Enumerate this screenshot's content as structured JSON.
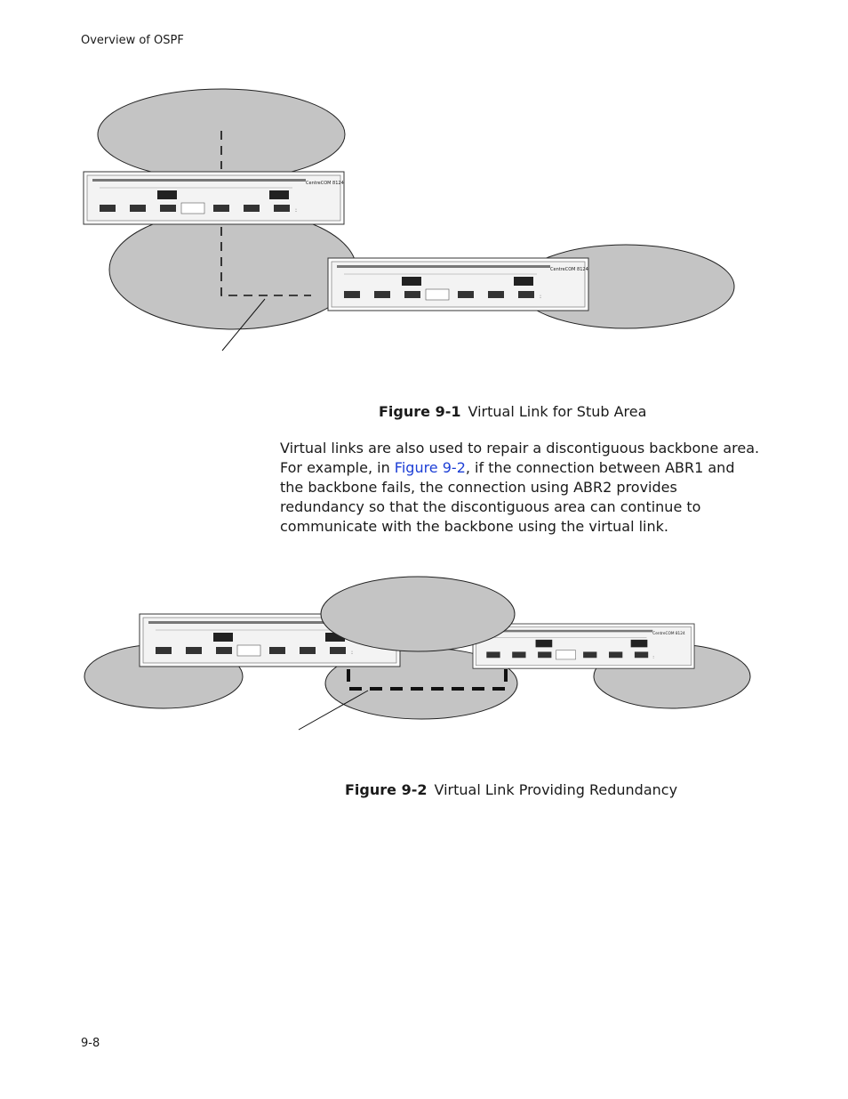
{
  "header": {
    "section": "Overview of OSPF"
  },
  "figure1": {
    "number": "Figure 9-1",
    "title": "Virtual Link for Stub Area"
  },
  "paragraph": {
    "before_link": "Virtual links are also used to repair a discontiguous backbone area. For example, in ",
    "link_text": "Figure 9-2",
    "after_link": ", if the connection between ABR1 and the backbone fails, the connection using ABR2 provides redundancy so that the discontiguous area can continue to communicate with the backbone using the virtual link."
  },
  "figure2": {
    "number": "Figure 9-2",
    "title": "Virtual Link Providing Redundancy"
  },
  "footer": {
    "page_number": "9-8"
  },
  "colors": {
    "area_fill": "#c4c4c4",
    "router_fill": "#f2f2f2",
    "link_color": "#1d3fd6"
  }
}
